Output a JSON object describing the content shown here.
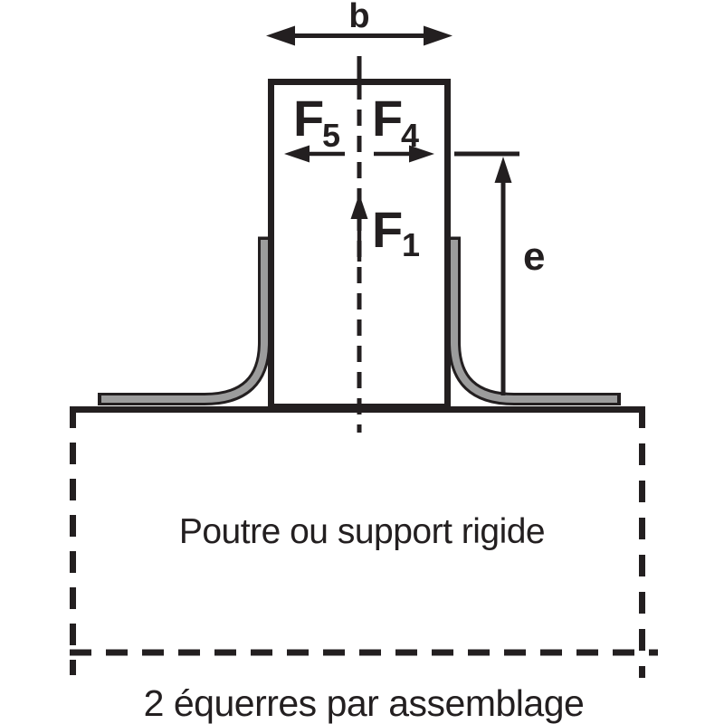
{
  "diagram": {
    "dimension_labels": {
      "width": "b",
      "eccentricity": "e"
    },
    "forces": {
      "f5": {
        "base": "F",
        "sub": "5"
      },
      "f4": {
        "base": "F",
        "sub": "4"
      },
      "f1": {
        "base": "F",
        "sub": "1"
      }
    },
    "support_label": "Poutre ou support rigide",
    "caption": "2 équerres par assemblage",
    "colors": {
      "ink": "#231f20",
      "bracket_grey": "#9c9c9c",
      "background": "#ffffff"
    }
  }
}
